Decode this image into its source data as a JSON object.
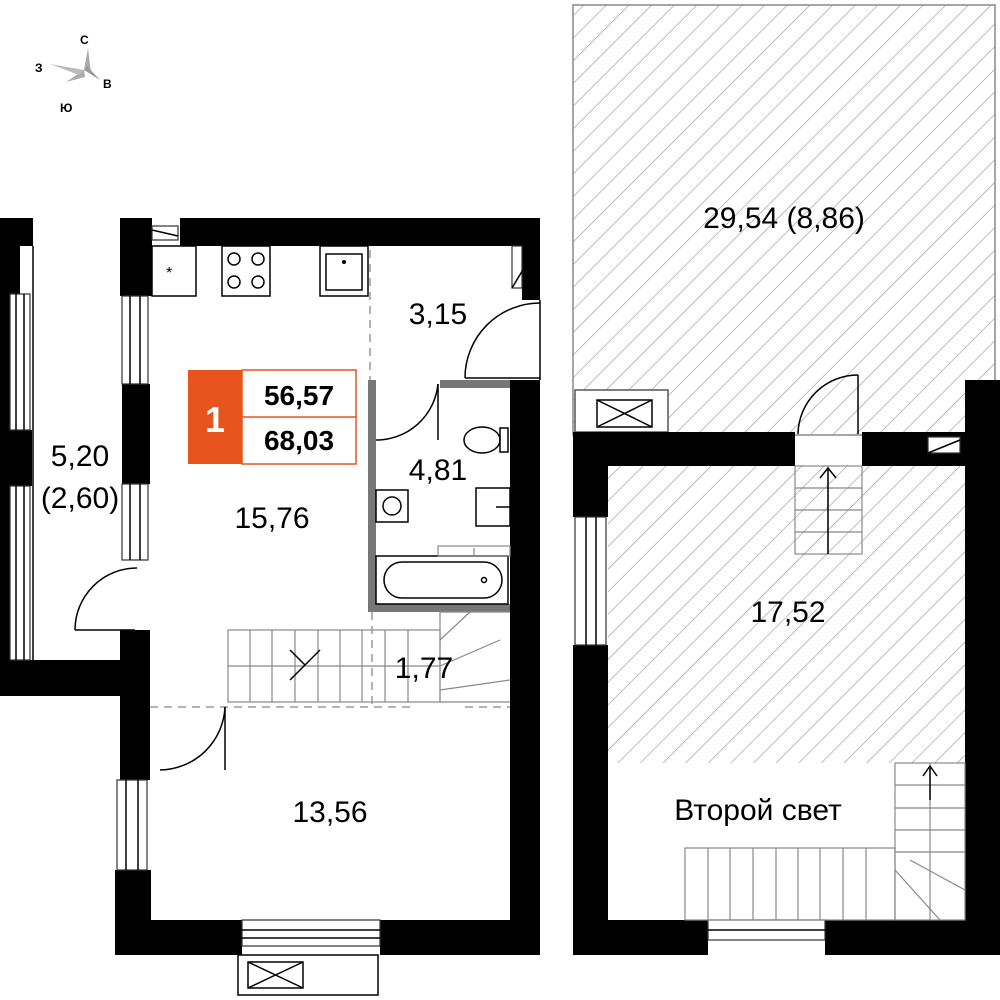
{
  "compass": {
    "north": "С",
    "south": "Ю",
    "west": "З",
    "east": "В"
  },
  "badge": {
    "number": "1",
    "living_area": "56,57",
    "total_area": "68,03",
    "accent_color": "#e8541d"
  },
  "rooms": {
    "balcony": {
      "area": "5,20",
      "area_reduced": "(2,60)"
    },
    "kitchen_living": {
      "area": "15,76"
    },
    "hallway": {
      "area": "3,15"
    },
    "bathroom": {
      "area": "4,81"
    },
    "stair_area": {
      "area": "1,77"
    },
    "bedroom": {
      "area": "13,56"
    },
    "terrace": {
      "area": "29,54 (8,86)"
    },
    "upper_room": {
      "area": "17,52"
    },
    "second_light": {
      "label": "Второй свет"
    }
  },
  "colors": {
    "wall": "#000000",
    "hatch": "#999999"
  }
}
